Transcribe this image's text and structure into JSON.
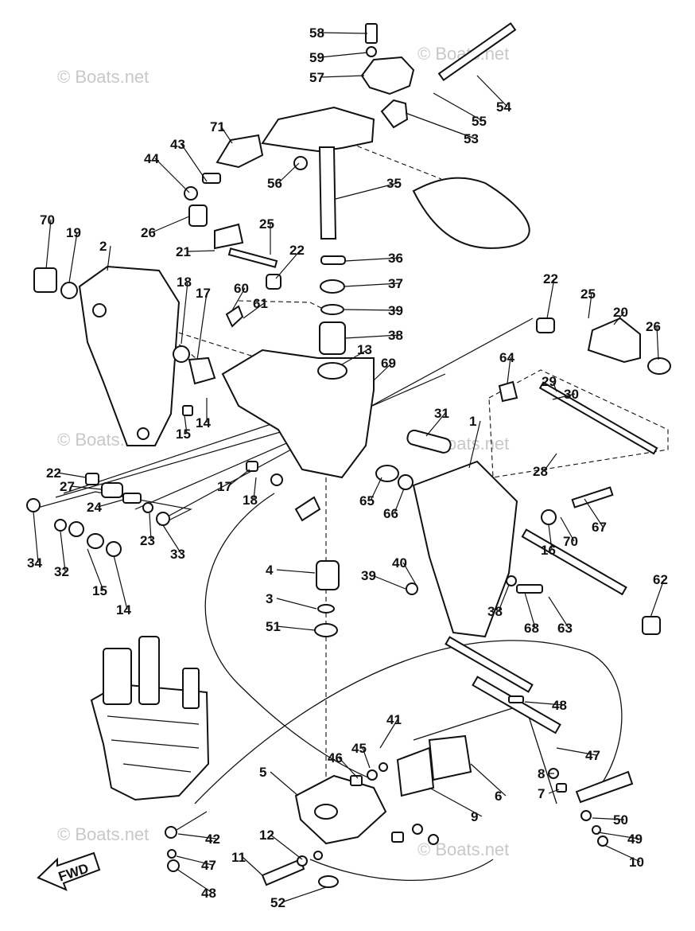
{
  "watermark": "© Boats.net",
  "fwd_label": "FWD",
  "part_numbers": [
    "58",
    "59",
    "57",
    "54",
    "55",
    "53",
    "71",
    "43",
    "44",
    "56",
    "35",
    "26",
    "25",
    "21",
    "22",
    "70",
    "19",
    "2",
    "36",
    "37",
    "39",
    "38",
    "60",
    "61",
    "18",
    "17",
    "13",
    "69",
    "15",
    "14",
    "31",
    "1",
    "22",
    "25",
    "20",
    "26",
    "64",
    "29",
    "30",
    "28",
    "22",
    "27",
    "24",
    "23",
    "33",
    "34",
    "32",
    "15",
    "14",
    "17",
    "18",
    "65",
    "66",
    "67",
    "70",
    "16",
    "62",
    "63",
    "68",
    "38",
    "39",
    "40",
    "4",
    "3",
    "51",
    "48",
    "47",
    "41",
    "45",
    "46",
    "5",
    "6",
    "9",
    "8",
    "7",
    "50",
    "49",
    "10",
    "12",
    "11",
    "42",
    "47",
    "48",
    "52"
  ]
}
